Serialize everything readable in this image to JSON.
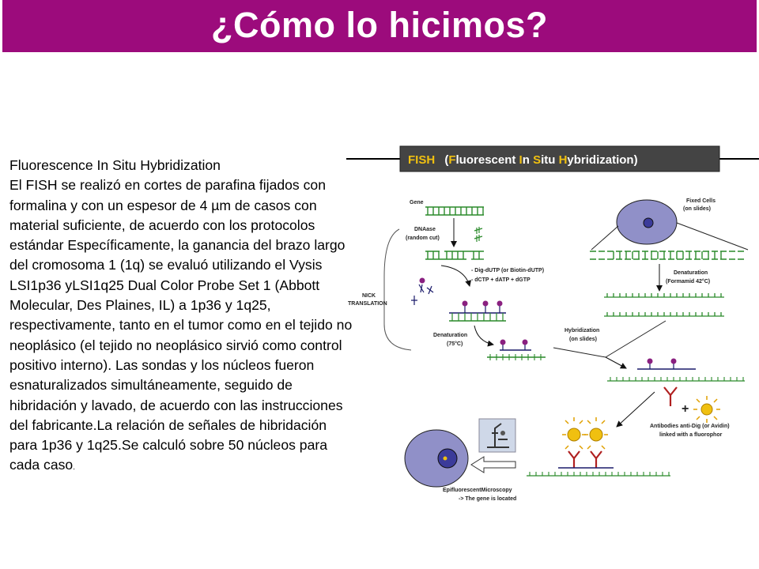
{
  "slide": {
    "title": "¿Cómo lo hicimos?",
    "colors": {
      "title_bar": "#9c0b7c",
      "title_text": "#ffffff"
    },
    "body": {
      "heading": "Fluorescence In Situ Hybridization",
      "paragraph": "El FISH se realizó en cortes de parafina fijados con formalina y con un espesor de 4 µm de casos con material suficiente, de acuerdo con los protocolos estándar Específicamente, la ganancia del brazo largo del cromosoma 1 (1q) se evaluó utilizando el Vysis LSI1p36 yLSI1q25 Dual Color Probe Set 1 (Abbott Molecular, Des Plaines, IL) a 1p36 y 1q25, respectivamente, tanto en el tumor como en el tejido no neoplásico (el tejido no neoplásico sirvió como control positivo interno). Las sondas y los núcleos fueron esnaturalizados simultáneamente, seguido de hibridación y lavado, de acuerdo con las instrucciones del fabricante.La relación de señales de hibridación para 1p36 y 1q25.Se calculó sobre 50 núcleos para cada caso",
      "tail": "."
    }
  },
  "diagram": {
    "banner": {
      "prefix": "FISH",
      "open": "(",
      "w1_first": "F",
      "w1_rest": "luorescent ",
      "w2_first": "I",
      "w2_rest": "n ",
      "w3_first": "S",
      "w3_rest": "itu ",
      "w4_first": "H",
      "w4_rest": "ybridization",
      "close": ")",
      "colors": {
        "background": "#444444",
        "text": "#ffffff",
        "highlight": "#f0c010"
      }
    },
    "labels": {
      "gene": "Gene",
      "dnaase": "DNAase",
      "random_cut": "(random cut)",
      "nick_1": "NICK",
      "nick_2": "TRANSLATION",
      "dig_dutp": "- Dig-dUTP (or Biotin-dUTP)",
      "dctp": "- dCTP + dATP + dGTP",
      "denat_75": "Denaturation",
      "denat_75_temp": "(75°C)",
      "fixed_cells": "Fixed Cells",
      "on_slides": "(on slides)",
      "denat_form": "Denaturation",
      "denat_form_temp": "(Formamid 42°C)",
      "hybridization": "Hybridization",
      "hyb_on_slides": "(on slides)",
      "plus": "+",
      "antibodies_1": "Antibodies anti-Dig (or Avidin)",
      "antibodies_2": "linked with a fluorophor",
      "epi": "EpifluorescentMicroscopy",
      "epi_sub": "-> The gene is located"
    },
    "colors": {
      "dna_strand": "#2a8a2a",
      "probe_strand": "#1a1a6a",
      "probe_marker": "#8a2080",
      "cell_fill": "#9090c8",
      "nucleus_fill": "#3b3b9a",
      "antibody": "#b02020",
      "fluorophore": "#f0c010"
    }
  }
}
